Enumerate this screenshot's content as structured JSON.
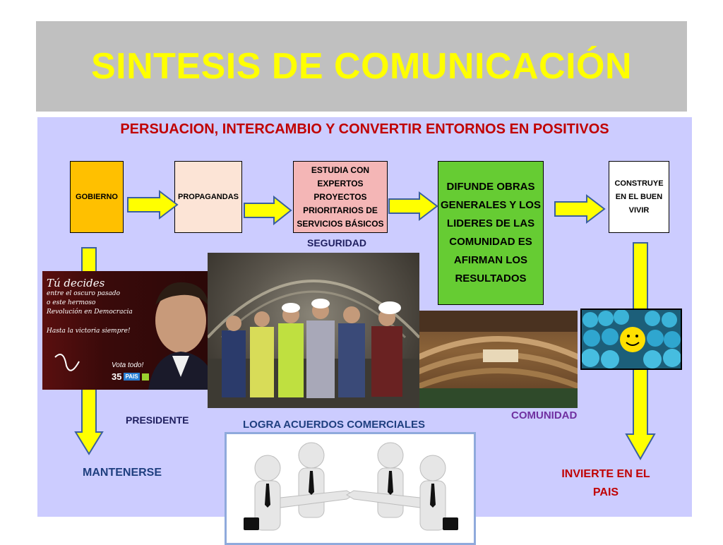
{
  "title": "SINTESIS DE COMUNICACIÓN",
  "subtitle": "PERSUACION, INTERCAMBIO Y CONVERTIR  ENTORNOS EN POSITIVOS",
  "boxes": {
    "gobierno": "GOBIERNO",
    "propagandas": "PROPAGANDAS",
    "estudia": "ESTUDIA CON EXPERTOS PROYECTOS PRIORITARIOS DE SERVICIOS BÁSICOS",
    "difunde": "DIFUNDE OBRAS GENERALES Y LOS LIDERES DE LAS COMUNIDAD ES AFIRMAN LOS RESULTADOS",
    "construye": "CONSTRUYE EN EL BUEN VIVIR"
  },
  "labels": {
    "seguridad": "SEGURIDAD",
    "presidente": "PRESIDENTE",
    "logra": "LOGRA ACUERDOS COMERCIALES",
    "comunidad": "COMUNIDAD",
    "mantenerse": "MANTENERSE",
    "invierte": "INVIERTE EN EL PAIS"
  },
  "poster": {
    "lines": [
      "Tú decides",
      "entre el oscuro pasado",
      "o este hermoso",
      "Revolución en Democracia",
      "Hasta la victoria siempre!"
    ],
    "vota": "Vota todo!",
    "number": "35",
    "party": "PAIS"
  },
  "colors": {
    "title_bg": "#c0c0c0",
    "title_text": "#ffff00",
    "panel_bg": "#ccccff",
    "subtitle": "#c00000",
    "arrow_fill": "#ffff00",
    "arrow_stroke": "#3a5fa0",
    "gobierno": "#ffc000",
    "propagandas": "#fce4d6",
    "estudia": "#f4b6b6",
    "difunde": "#66cc33",
    "comunidad": "#7030a0",
    "invierte": "#c00000"
  },
  "icons": [
    "right-arrow",
    "down-arrow",
    "smiley-ball",
    "handshake-figures"
  ]
}
